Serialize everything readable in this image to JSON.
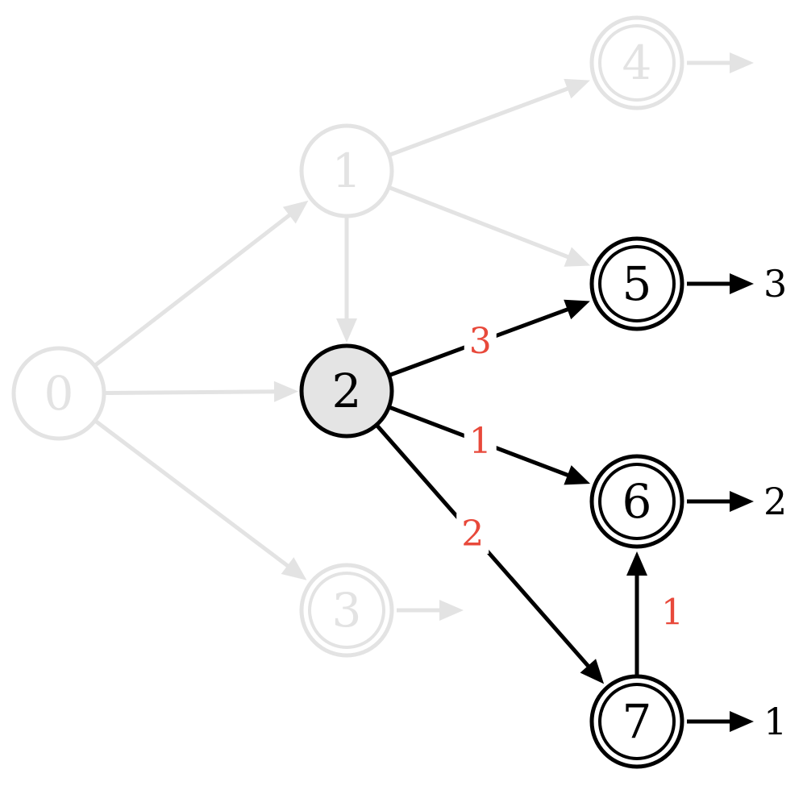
{
  "colors": {
    "active": "#000000",
    "faded": "#e3e3e3",
    "weight": "#e8493b",
    "highlight_fill": "#e4e4e4",
    "background": "#ffffff"
  },
  "nodes": [
    {
      "id": "0",
      "label": "0",
      "accepting": false,
      "state": "faded"
    },
    {
      "id": "1",
      "label": "1",
      "accepting": false,
      "state": "faded"
    },
    {
      "id": "2",
      "label": "2",
      "accepting": false,
      "state": "current"
    },
    {
      "id": "3",
      "label": "3",
      "accepting": true,
      "state": "faded"
    },
    {
      "id": "4",
      "label": "4",
      "accepting": true,
      "state": "faded"
    },
    {
      "id": "5",
      "label": "5",
      "accepting": true,
      "state": "active"
    },
    {
      "id": "6",
      "label": "6",
      "accepting": true,
      "state": "active"
    },
    {
      "id": "7",
      "label": "7",
      "accepting": true,
      "state": "active"
    }
  ],
  "edges": [
    {
      "from": "0",
      "to": "1",
      "weight": "",
      "state": "faded"
    },
    {
      "from": "0",
      "to": "2",
      "weight": "",
      "state": "faded"
    },
    {
      "from": "0",
      "to": "3",
      "weight": "",
      "state": "faded"
    },
    {
      "from": "1",
      "to": "2",
      "weight": "",
      "state": "faded"
    },
    {
      "from": "1",
      "to": "4",
      "weight": "",
      "state": "faded"
    },
    {
      "from": "1",
      "to": "5",
      "weight": "",
      "state": "faded"
    },
    {
      "from": "2",
      "to": "5",
      "weight": "3",
      "state": "active"
    },
    {
      "from": "2",
      "to": "6",
      "weight": "1",
      "state": "active"
    },
    {
      "from": "2",
      "to": "7",
      "weight": "2",
      "state": "active"
    },
    {
      "from": "7",
      "to": "6",
      "weight": "1",
      "state": "active"
    }
  ],
  "outputs": [
    {
      "node": "3",
      "value": "",
      "state": "faded"
    },
    {
      "node": "4",
      "value": "",
      "state": "faded"
    },
    {
      "node": "5",
      "value": "3",
      "state": "active"
    },
    {
      "node": "6",
      "value": "2",
      "state": "active"
    },
    {
      "node": "7",
      "value": "1",
      "state": "active"
    }
  ]
}
